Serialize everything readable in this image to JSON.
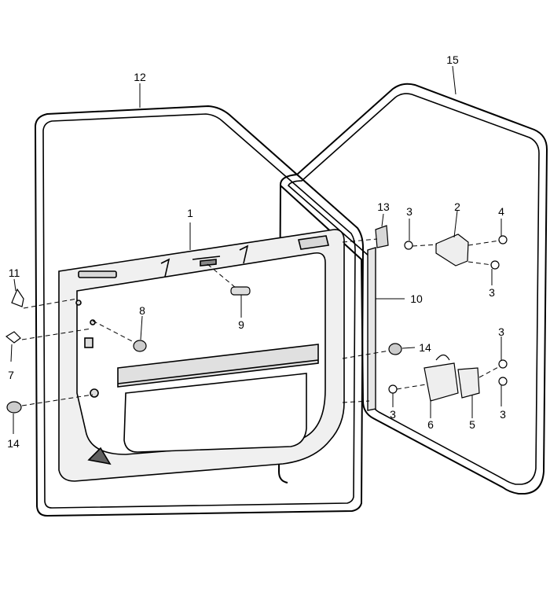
{
  "callouts": [
    {
      "id": "c1",
      "label": "1"
    },
    {
      "id": "c2",
      "label": "2"
    },
    {
      "id": "c3a",
      "label": "3"
    },
    {
      "id": "c3b",
      "label": "3"
    },
    {
      "id": "c3c",
      "label": "3"
    },
    {
      "id": "c3d",
      "label": "3"
    },
    {
      "id": "c3e",
      "label": "3"
    },
    {
      "id": "c4",
      "label": "4"
    },
    {
      "id": "c5",
      "label": "5"
    },
    {
      "id": "c6",
      "label": "6"
    },
    {
      "id": "c7",
      "label": "7"
    },
    {
      "id": "c8",
      "label": "8"
    },
    {
      "id": "c9",
      "label": "9"
    },
    {
      "id": "c10",
      "label": "10"
    },
    {
      "id": "c11",
      "label": "11"
    },
    {
      "id": "c12",
      "label": "12"
    },
    {
      "id": "c13",
      "label": "13"
    },
    {
      "id": "c14a",
      "label": "14"
    },
    {
      "id": "c14b",
      "label": "14"
    },
    {
      "id": "c15",
      "label": "15"
    }
  ],
  "colors": {
    "line": "#000000",
    "panel": "#f0f0f0",
    "shade": "#c8c8c8",
    "background": "#ffffff"
  }
}
